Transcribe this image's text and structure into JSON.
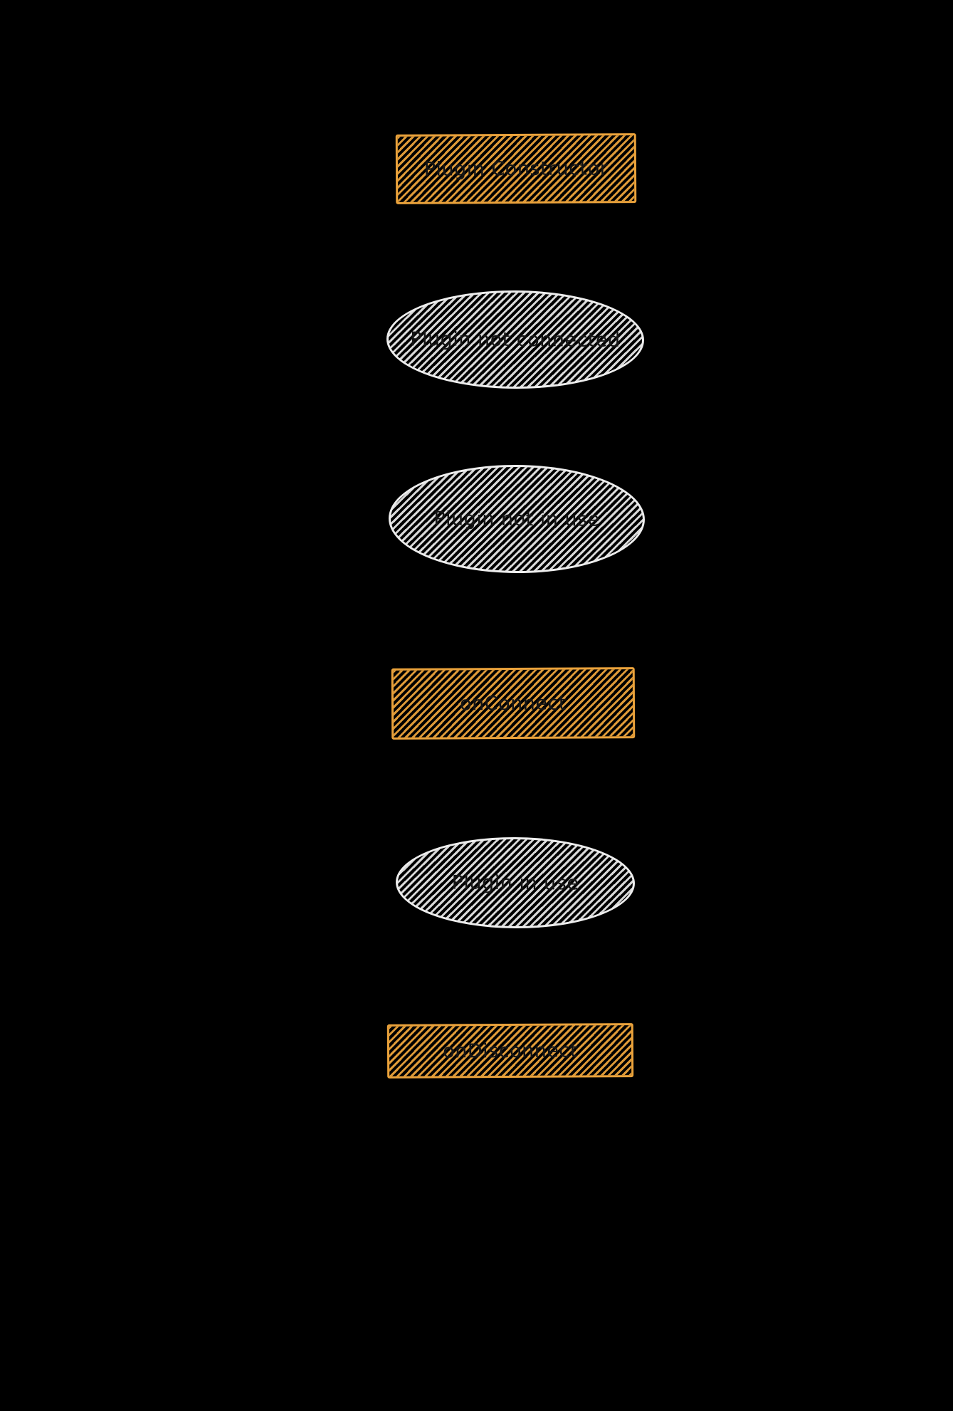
{
  "canvas": {
    "background_color": "#000000",
    "text_color": "#141414",
    "accent_orange": "#eaa23b",
    "shape_white": "#ededed"
  },
  "diagram": {
    "nodes": [
      {
        "label": "Plugin Constructor",
        "shape": "rectangle",
        "fill_color": "#eaa23b"
      },
      {
        "label": "Plugin not connected",
        "shape": "ellipse",
        "fill_color": "#ededed"
      },
      {
        "label": "Plugin not in use",
        "shape": "ellipse",
        "fill_color": "#ededed"
      },
      {
        "label": "onConnect",
        "shape": "rectangle",
        "fill_color": "#eaa23b"
      },
      {
        "label": "Plugin in use",
        "shape": "ellipse",
        "fill_color": "#ededed"
      },
      {
        "label": "onDisconnect",
        "shape": "rectangle",
        "fill_color": "#eaa23b"
      }
    ]
  }
}
